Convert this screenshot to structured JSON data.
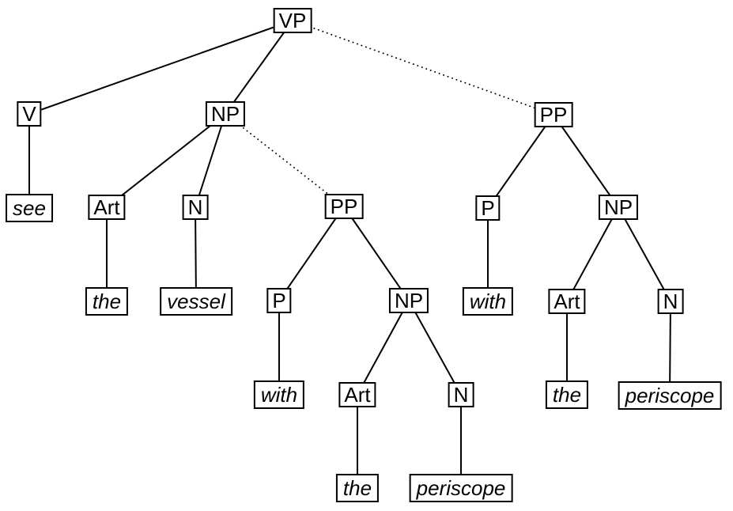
{
  "diagram": {
    "background_color": "#ffffff",
    "line_color": "#000000",
    "box_border_color": "#000000",
    "box_fill_color": "#ffffff",
    "nodes": [
      {
        "id": "vp",
        "label": "VP",
        "italic": false
      },
      {
        "id": "v",
        "label": "V",
        "italic": false
      },
      {
        "id": "np1",
        "label": "NP",
        "italic": false
      },
      {
        "id": "pp2",
        "label": "PP",
        "italic": false
      },
      {
        "id": "see",
        "label": "see",
        "italic": true
      },
      {
        "id": "art1",
        "label": "Art",
        "italic": false
      },
      {
        "id": "n1",
        "label": "N",
        "italic": false
      },
      {
        "id": "pp1",
        "label": "PP",
        "italic": false
      },
      {
        "id": "the1",
        "label": "the",
        "italic": true
      },
      {
        "id": "vessel",
        "label": "vessel",
        "italic": true
      },
      {
        "id": "p1",
        "label": "P",
        "italic": false
      },
      {
        "id": "np2",
        "label": "NP",
        "italic": false
      },
      {
        "id": "with1",
        "label": "with",
        "italic": true
      },
      {
        "id": "art2",
        "label": "Art",
        "italic": false
      },
      {
        "id": "n2",
        "label": "N",
        "italic": false
      },
      {
        "id": "the2",
        "label": "the",
        "italic": true
      },
      {
        "id": "periscope1",
        "label": "periscope",
        "italic": true
      },
      {
        "id": "p2",
        "label": "P",
        "italic": false
      },
      {
        "id": "np3",
        "label": "NP",
        "italic": false
      },
      {
        "id": "with2",
        "label": "with",
        "italic": true
      },
      {
        "id": "art3",
        "label": "Art",
        "italic": false
      },
      {
        "id": "n3",
        "label": "N",
        "italic": false
      },
      {
        "id": "the3",
        "label": "the",
        "italic": true
      },
      {
        "id": "periscope2",
        "label": "periscope",
        "italic": true
      }
    ],
    "edges": [
      {
        "from": "vp",
        "to": "v",
        "style": "solid"
      },
      {
        "from": "vp",
        "to": "np1",
        "style": "solid"
      },
      {
        "from": "vp",
        "to": "pp2",
        "style": "dotted"
      },
      {
        "from": "v",
        "to": "see",
        "style": "solid"
      },
      {
        "from": "np1",
        "to": "art1",
        "style": "solid"
      },
      {
        "from": "np1",
        "to": "n1",
        "style": "solid"
      },
      {
        "from": "np1",
        "to": "pp1",
        "style": "dotted"
      },
      {
        "from": "art1",
        "to": "the1",
        "style": "solid"
      },
      {
        "from": "n1",
        "to": "vessel",
        "style": "solid"
      },
      {
        "from": "pp1",
        "to": "p1",
        "style": "solid"
      },
      {
        "from": "pp1",
        "to": "np2",
        "style": "solid"
      },
      {
        "from": "p1",
        "to": "with1",
        "style": "solid"
      },
      {
        "from": "np2",
        "to": "art2",
        "style": "solid"
      },
      {
        "from": "np2",
        "to": "n2",
        "style": "solid"
      },
      {
        "from": "art2",
        "to": "the2",
        "style": "solid"
      },
      {
        "from": "n2",
        "to": "periscope1",
        "style": "solid"
      },
      {
        "from": "pp2",
        "to": "p2",
        "style": "solid"
      },
      {
        "from": "pp2",
        "to": "np3",
        "style": "solid"
      },
      {
        "from": "p2",
        "to": "with2",
        "style": "solid"
      },
      {
        "from": "np3",
        "to": "art3",
        "style": "solid"
      },
      {
        "from": "np3",
        "to": "n3",
        "style": "solid"
      },
      {
        "from": "art3",
        "to": "the3",
        "style": "solid"
      },
      {
        "from": "n3",
        "to": "periscope2",
        "style": "solid"
      }
    ]
  }
}
